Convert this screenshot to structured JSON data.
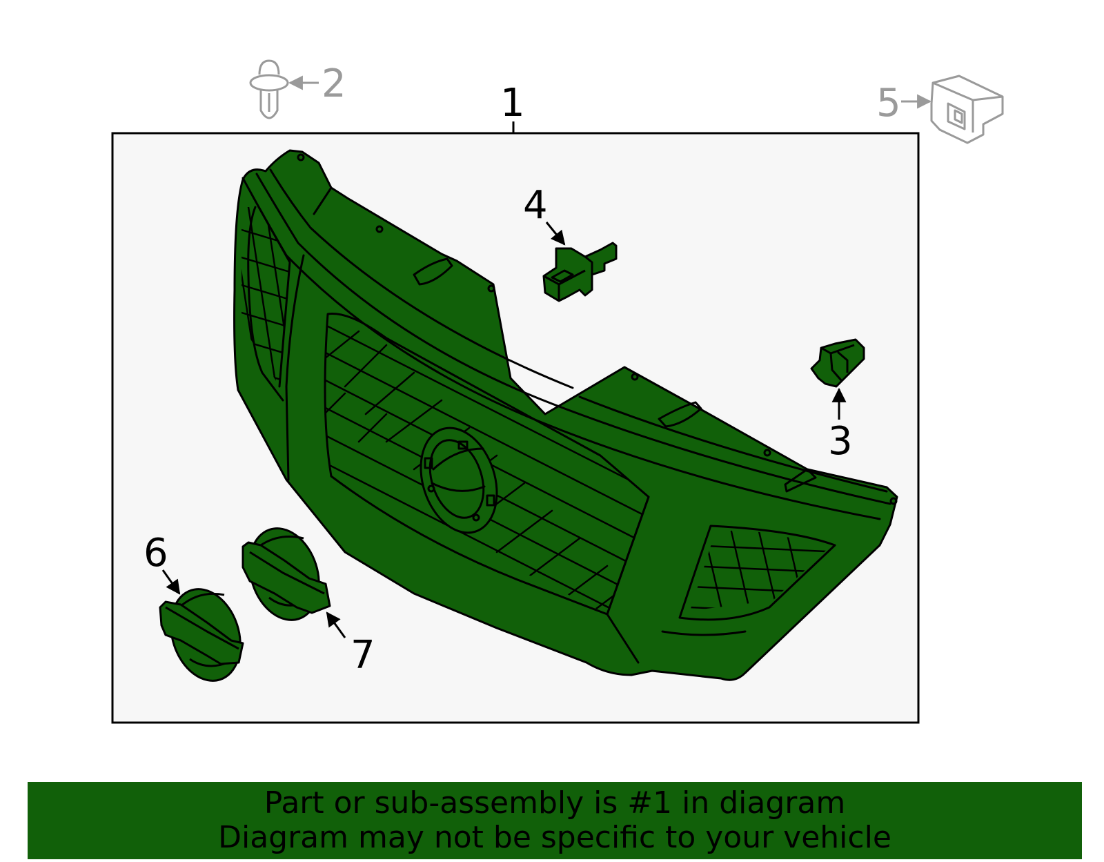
{
  "callouts": {
    "c1": "1",
    "c2": "2",
    "c3": "3",
    "c4": "4",
    "c5": "5",
    "c6": "6",
    "c7": "7"
  },
  "banner": {
    "line1": "Part or sub-assembly is #1 in diagram",
    "line2": "Diagram may not be specific to your vehicle"
  },
  "colors": {
    "part_fill": "#116009",
    "outline": "#000000",
    "secondary_part": "#9a9a9a",
    "panel_background": "#f7f7f7",
    "banner_background": "#116009"
  }
}
